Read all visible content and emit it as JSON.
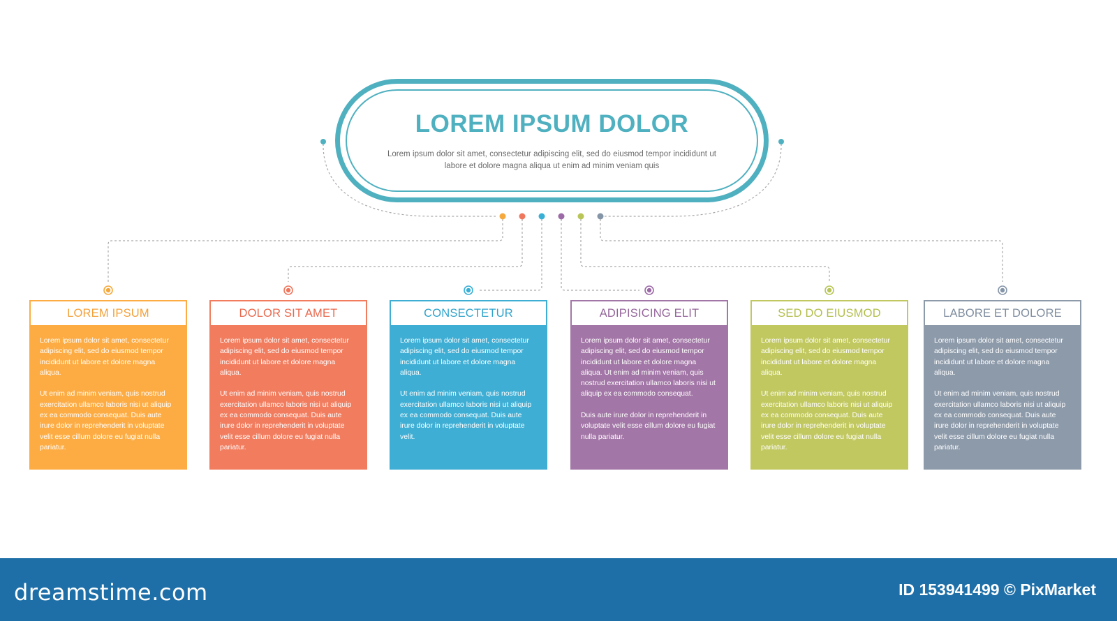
{
  "header": {
    "title": "LOREM IPSUM DOLOR",
    "description": "Lorem ipsum dolor sit amet, consectetur adipiscing elit, sed do eiusmod tempor incididunt ut labore et dolore magna aliqua ut enim ad minim veniam quis",
    "color": "#4fb0c0"
  },
  "connector_colors": [
    "#f5a83c",
    "#ee775d",
    "#3aafd6",
    "#9c6aa6",
    "#b9c556",
    "#8595a8"
  ],
  "cards": [
    {
      "title": "LOREM IPSUM",
      "color": "#fdac43",
      "head_text_color": "#f3a13a",
      "paragraphs": [
        "Lorem ipsum dolor sit amet, consectetur adipiscing elit, sed do eiusmod tempor incididunt ut labore et dolore magna aliqua.",
        "Ut enim ad minim veniam, quis nostrud exercitation ullamco laboris nisi ut aliquip ex ea commodo consequat. Duis aute irure dolor in reprehenderit in voluptate velit esse cillum dolore eu fugiat nulla pariatur."
      ]
    },
    {
      "title": "DOLOR SIT AMET",
      "color": "#f17c5e",
      "head_text_color": "#e9694e",
      "paragraphs": [
        "Lorem ipsum dolor sit amet, consectetur adipiscing elit, sed do eiusmod tempor incididunt ut labore et dolore magna aliqua.",
        "Ut enim ad minim veniam, quis nostrud exercitation ullamco laboris nisi ut aliquip ex ea commodo consequat. Duis aute irure dolor in reprehenderit in voluptate velit esse cillum dolore eu fugiat nulla pariatur."
      ]
    },
    {
      "title": "CONSECTETUR",
      "color": "#3eaed4",
      "head_text_color": "#2fa3cc",
      "paragraphs": [
        "Lorem ipsum dolor sit amet, consectetur adipiscing elit, sed do eiusmod tempor incididunt ut labore et dolore magna aliqua.",
        "Ut enim ad minim veniam, quis nostrud exercitation ullamco laboris nisi ut aliquip ex ea commodo consequat. Duis aute irure dolor in reprehenderit in voluptate velit."
      ]
    },
    {
      "title": "ADIPISICING ELIT",
      "color": "#a276a6",
      "head_text_color": "#94649a",
      "paragraphs": [
        "Lorem ipsum dolor sit amet, consectetur adipiscing elit, sed do eiusmod tempor incididunt ut labore et dolore magna aliqua. Ut enim ad minim veniam, quis nostrud exercitation ullamco laboris nisi ut aliquip ex ea commodo consequat.",
        "Duis aute irure dolor in reprehenderit in voluptate velit esse cillum dolore eu fugiat nulla pariatur."
      ]
    },
    {
      "title": "SED DO EIUSMOD",
      "color": "#c1c860",
      "head_text_color": "#b3be4c",
      "paragraphs": [
        "Lorem ipsum dolor sit amet, consectetur adipiscing elit, sed do eiusmod tempor incididunt ut labore et dolore magna aliqua.",
        "Ut enim ad minim veniam, quis nostrud exercitation ullamco laboris nisi ut aliquip ex ea commodo consequat. Duis aute irure dolor in reprehenderit in voluptate velit esse cillum dolore eu fugiat nulla pariatur."
      ]
    },
    {
      "title": "LABORE ET DOLORE",
      "color": "#8d9aaa",
      "head_text_color": "#7f8d9f",
      "paragraphs": [
        "Lorem ipsum dolor sit amet, consectetur adipiscing elit, sed do eiusmod tempor incididunt ut labore et dolore magna aliqua.",
        "Ut enim ad minim veniam, quis nostrud exercitation ullamco laboris nisi ut aliquip ex ea commodo consequat. Duis aute irure dolor in reprehenderit in voluptate velit esse cillum dolore eu fugiat nulla pariatur."
      ]
    }
  ],
  "footer": {
    "logo": "dreamstime.com",
    "id_text": "ID 153941499 © PixMarket"
  }
}
